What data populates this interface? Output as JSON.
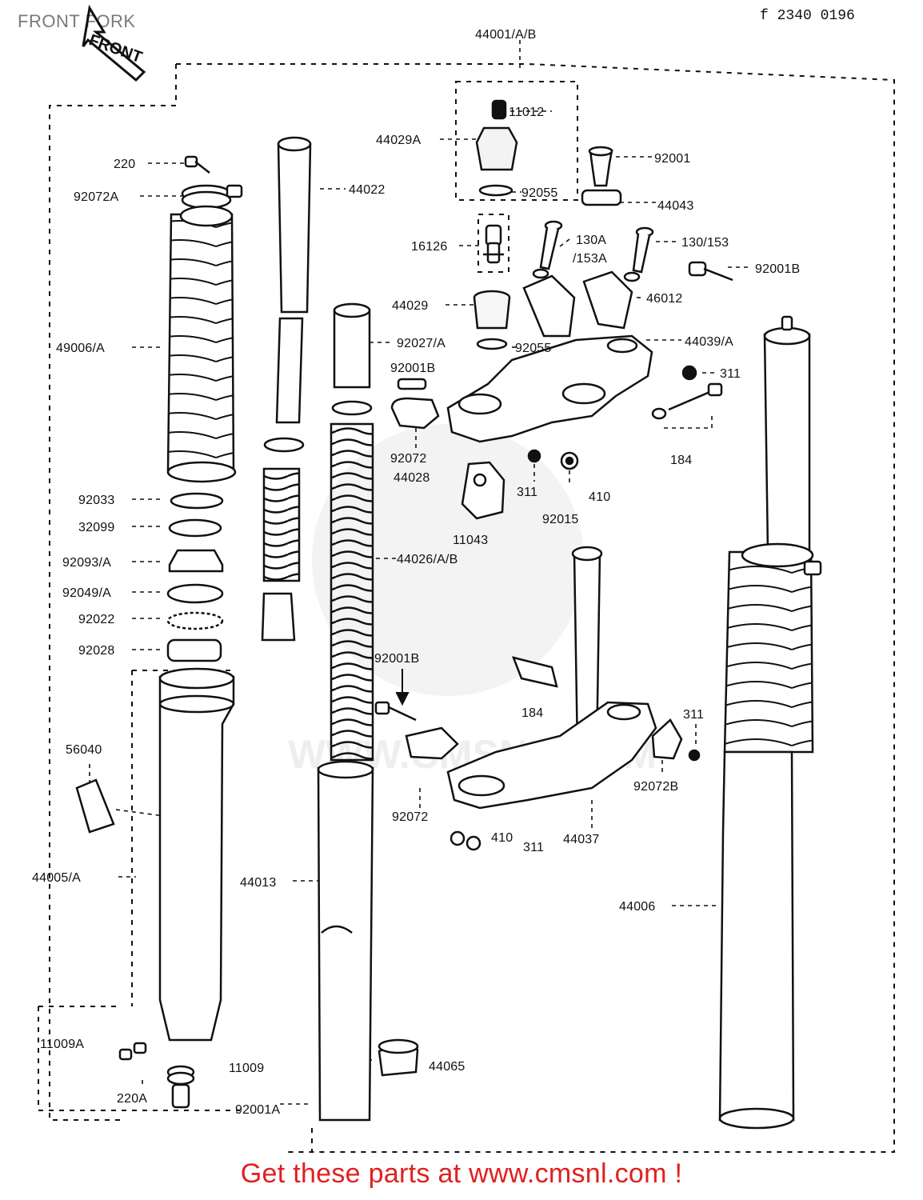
{
  "header": {
    "title": "FRONT FORK",
    "reference_code": "f 2340 0196",
    "front_marker": "FRONT"
  },
  "footer": {
    "cta": "Get these parts at www.cmsnl.com !"
  },
  "watermark": {
    "text": "WWW.CMSNL.COM"
  },
  "parts": [
    {
      "id": "44001-A-B",
      "label": "44001/A/B"
    },
    {
      "id": "11012",
      "label": "11012"
    },
    {
      "id": "44029A",
      "label": "44029A"
    },
    {
      "id": "92001",
      "label": "92001"
    },
    {
      "id": "92055-top",
      "label": "92055"
    },
    {
      "id": "44043",
      "label": "44043"
    },
    {
      "id": "220",
      "label": "220"
    },
    {
      "id": "92072A",
      "label": "92072A"
    },
    {
      "id": "44022",
      "label": "44022"
    },
    {
      "id": "16126",
      "label": "16126"
    },
    {
      "id": "130A",
      "label": "130A"
    },
    {
      "id": "153A",
      "label": "/153A"
    },
    {
      "id": "130-153",
      "label": "130/153"
    },
    {
      "id": "92001B-right",
      "label": "92001B"
    },
    {
      "id": "44029",
      "label": "44029"
    },
    {
      "id": "46012",
      "label": "46012"
    },
    {
      "id": "49006-A",
      "label": "49006/A"
    },
    {
      "id": "92027-A",
      "label": "92027/A"
    },
    {
      "id": "92055-mid",
      "label": "92055"
    },
    {
      "id": "44039-A",
      "label": "44039/A"
    },
    {
      "id": "92001B-upper",
      "label": "92001B"
    },
    {
      "id": "311-top",
      "label": "311"
    },
    {
      "id": "92072-upper",
      "label": "92072"
    },
    {
      "id": "44028",
      "label": "44028"
    },
    {
      "id": "184-top",
      "label": "184"
    },
    {
      "id": "311-mid",
      "label": "311"
    },
    {
      "id": "410-mid",
      "label": "410"
    },
    {
      "id": "92015",
      "label": "92015"
    },
    {
      "id": "92033",
      "label": "92033"
    },
    {
      "id": "32099",
      "label": "32099"
    },
    {
      "id": "11043",
      "label": "11043"
    },
    {
      "id": "92093-A",
      "label": "92093/A"
    },
    {
      "id": "44026-A-B",
      "label": "44026/A/B"
    },
    {
      "id": "92049-A",
      "label": "92049/A"
    },
    {
      "id": "92022",
      "label": "92022"
    },
    {
      "id": "92028",
      "label": "92028"
    },
    {
      "id": "92001B-lower",
      "label": "92001B"
    },
    {
      "id": "184-lower",
      "label": "184"
    },
    {
      "id": "311-lower",
      "label": "311"
    },
    {
      "id": "56040",
      "label": "56040"
    },
    {
      "id": "92072-lower",
      "label": "92072"
    },
    {
      "id": "92072B",
      "label": "92072B"
    },
    {
      "id": "410-lower",
      "label": "410"
    },
    {
      "id": "311-bottom",
      "label": "311"
    },
    {
      "id": "44037",
      "label": "44037"
    },
    {
      "id": "44005-A",
      "label": "44005/A"
    },
    {
      "id": "44013",
      "label": "44013"
    },
    {
      "id": "44006",
      "label": "44006"
    },
    {
      "id": "11009A",
      "label": "11009A"
    },
    {
      "id": "11009",
      "label": "11009"
    },
    {
      "id": "44065",
      "label": "44065"
    },
    {
      "id": "220A",
      "label": "220A"
    },
    {
      "id": "92001A",
      "label": "92001A"
    }
  ]
}
